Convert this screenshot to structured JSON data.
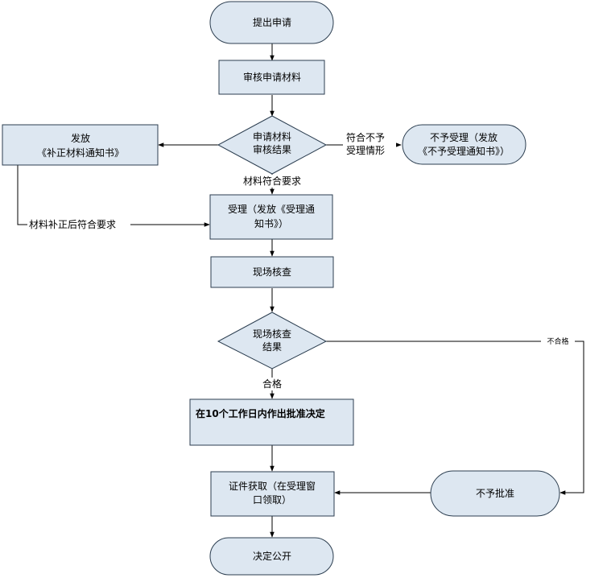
{
  "nodes": {
    "submit": "提出申请",
    "review": "审核申请材料",
    "review_result": [
      "申请材料",
      "审核结果"
    ],
    "issue_correction": [
      "发放",
      "《补正材料通知书》"
    ],
    "reject_notice": [
      "不予受理（发放",
      "《不予受理通知书》）"
    ],
    "accept": [
      "受理（发放《受理通",
      "知书》）"
    ],
    "inspect": "现场核查",
    "inspect_result": [
      "现场核查",
      "结果"
    ],
    "decision": "在10个工作日内作出批准决定",
    "not_approved": "不予批准",
    "certificate": [
      "证件获取（在受理窗",
      "口领取）"
    ],
    "publish": "决定公开"
  },
  "edges": {
    "not_eligible": [
      "符合不予",
      "受理情形"
    ],
    "materials_ok": "材料符合要求",
    "corrected_ok": "材料补正后符合要求",
    "qualified": "合格",
    "unqualified": "不合格"
  }
}
